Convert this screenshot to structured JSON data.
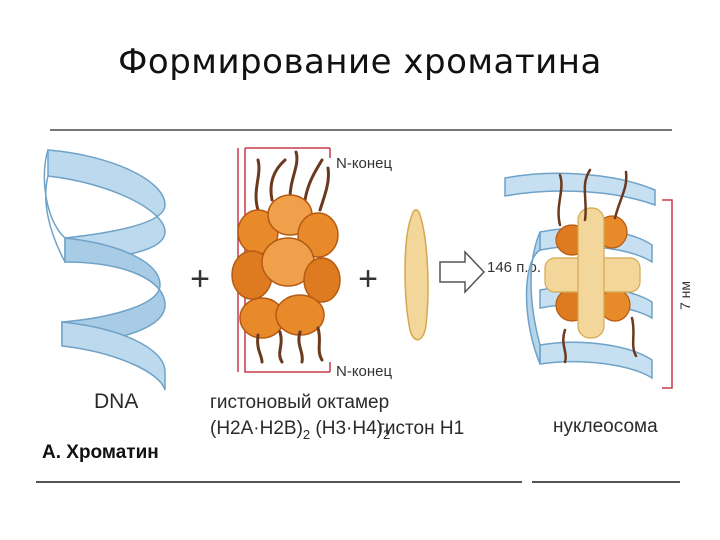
{
  "title": "Формирование хроматина",
  "labels": {
    "dna": "DNA",
    "octamer_line1": "гистоновый октамер",
    "octamer_line2a": "(H2A·H2B)",
    "octamer_sub1": "2",
    "octamer_line2b": " (H3·H4)",
    "octamer_sub2": "2",
    "histone_h1": "гистон H1",
    "nucleosome": "нуклеосома",
    "panel": "А. Хроматин",
    "n_end_top": "N-конец",
    "n_end_bottom": "N-конец",
    "bp": "146 п.о.",
    "size": "7 нм",
    "plus1": "+",
    "plus2": "+"
  },
  "colors": {
    "ribbon": "#bcd9ee",
    "ribbon_edge": "#6fa2c8",
    "octamer": "#e8892a",
    "octamer_dark": "#b55a12",
    "tail": "#6b3a1e",
    "h1": "#f3d79a",
    "bracket": "#c73a4a",
    "rule": "#555555"
  }
}
